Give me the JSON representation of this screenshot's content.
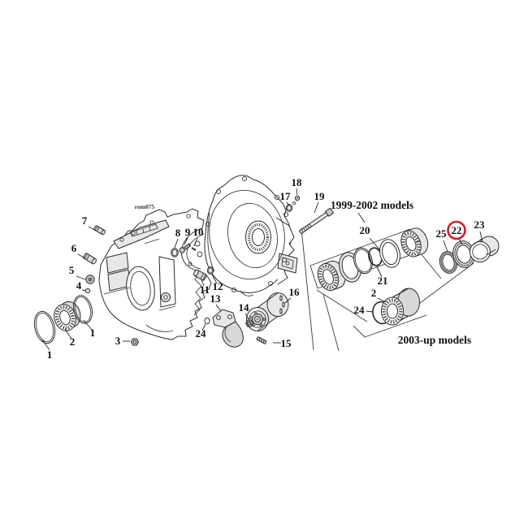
{
  "diagram": {
    "watermark": "rom075",
    "captions": {
      "era_1999_2002": "1999-2002 models",
      "era_2003_up": "2003-up models"
    },
    "highlighted_part": "22",
    "colors": {
      "highlight_ring": "#d91c1c",
      "line": "#2b2b2b",
      "shade": "#d8d8d8",
      "background": "#ffffff"
    },
    "callouts": [
      {
        "label": "7"
      },
      {
        "label": "6"
      },
      {
        "label": "5"
      },
      {
        "label": "4"
      },
      {
        "label": "1"
      },
      {
        "label": "2"
      },
      {
        "label": "1"
      },
      {
        "label": "3"
      },
      {
        "label": "8"
      },
      {
        "label": "9"
      },
      {
        "label": "10"
      },
      {
        "label": "11"
      },
      {
        "label": "12"
      },
      {
        "label": "13"
      },
      {
        "label": "24"
      },
      {
        "label": "14"
      },
      {
        "label": "16"
      },
      {
        "label": "15"
      },
      {
        "label": "17"
      },
      {
        "label": "18"
      },
      {
        "label": "19"
      },
      {
        "label": "20"
      },
      {
        "label": "21"
      },
      {
        "label": "2"
      },
      {
        "label": "24"
      },
      {
        "label": "25"
      },
      {
        "label": "22"
      },
      {
        "label": "23"
      }
    ]
  }
}
